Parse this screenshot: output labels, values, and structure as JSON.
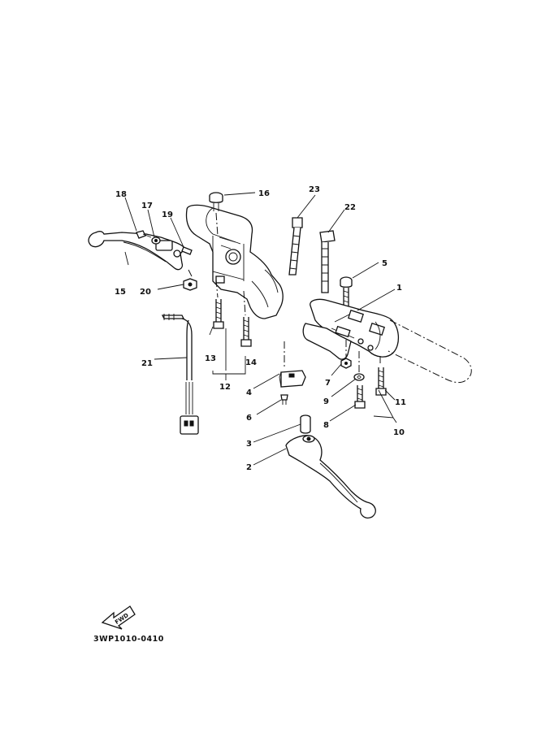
{
  "diagram": {
    "part_labels": [
      {
        "id": "18",
        "text": "18"
      },
      {
        "id": "17",
        "text": "17"
      },
      {
        "id": "19",
        "text": "19"
      },
      {
        "id": "16",
        "text": "16"
      },
      {
        "id": "23",
        "text": "23"
      },
      {
        "id": "22",
        "text": "22"
      },
      {
        "id": "5",
        "text": "5"
      },
      {
        "id": "1",
        "text": "1"
      },
      {
        "id": "15",
        "text": "15"
      },
      {
        "id": "20",
        "text": "20"
      },
      {
        "id": "21",
        "text": "21"
      },
      {
        "id": "13",
        "text": "13"
      },
      {
        "id": "14",
        "text": "14"
      },
      {
        "id": "12",
        "text": "12"
      },
      {
        "id": "4",
        "text": "4"
      },
      {
        "id": "7",
        "text": "7"
      },
      {
        "id": "9",
        "text": "9"
      },
      {
        "id": "11",
        "text": "11"
      },
      {
        "id": "6",
        "text": "6"
      },
      {
        "id": "8",
        "text": "8"
      },
      {
        "id": "10",
        "text": "10"
      },
      {
        "id": "3",
        "text": "3"
      },
      {
        "id": "2",
        "text": "2"
      }
    ],
    "direction_marker": "FWD",
    "document_code": "3WP1010-0410"
  }
}
